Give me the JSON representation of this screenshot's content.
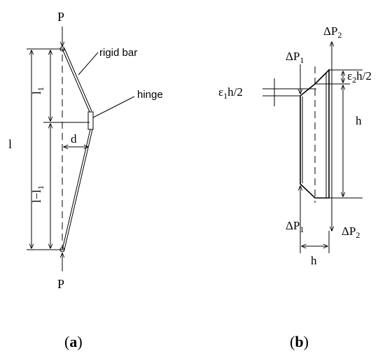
{
  "figure_a": {
    "label_open": "(",
    "label_letter": "a",
    "label_close": ")",
    "load_top": "P",
    "load_bottom": "P",
    "rigid_bar_label": "rigid bar",
    "hinge_label": "hinge",
    "total_length": "l",
    "upper_length": "l",
    "upper_length_sub": "1",
    "lower_length_main": "l−l",
    "lower_length_sub": "1",
    "offset": "d"
  },
  "figure_b": {
    "label_open": "(",
    "label_letter": "b",
    "label_close": ")",
    "top_right_force": "ΔP",
    "top_right_force_sub": "2",
    "top_left_force": "ΔP",
    "top_left_force_sub": "1",
    "bottom_left_force": "ΔP",
    "bottom_left_force_sub": "1",
    "bottom_right_force": "ΔP",
    "bottom_right_force_sub": "2",
    "left_strain": "ε",
    "left_strain_sub": "1",
    "left_strain_rest": "h/2",
    "right_strain": "ε",
    "right_strain_sub": "2",
    "right_strain_rest": "h/2",
    "height": "h",
    "width": "h"
  }
}
